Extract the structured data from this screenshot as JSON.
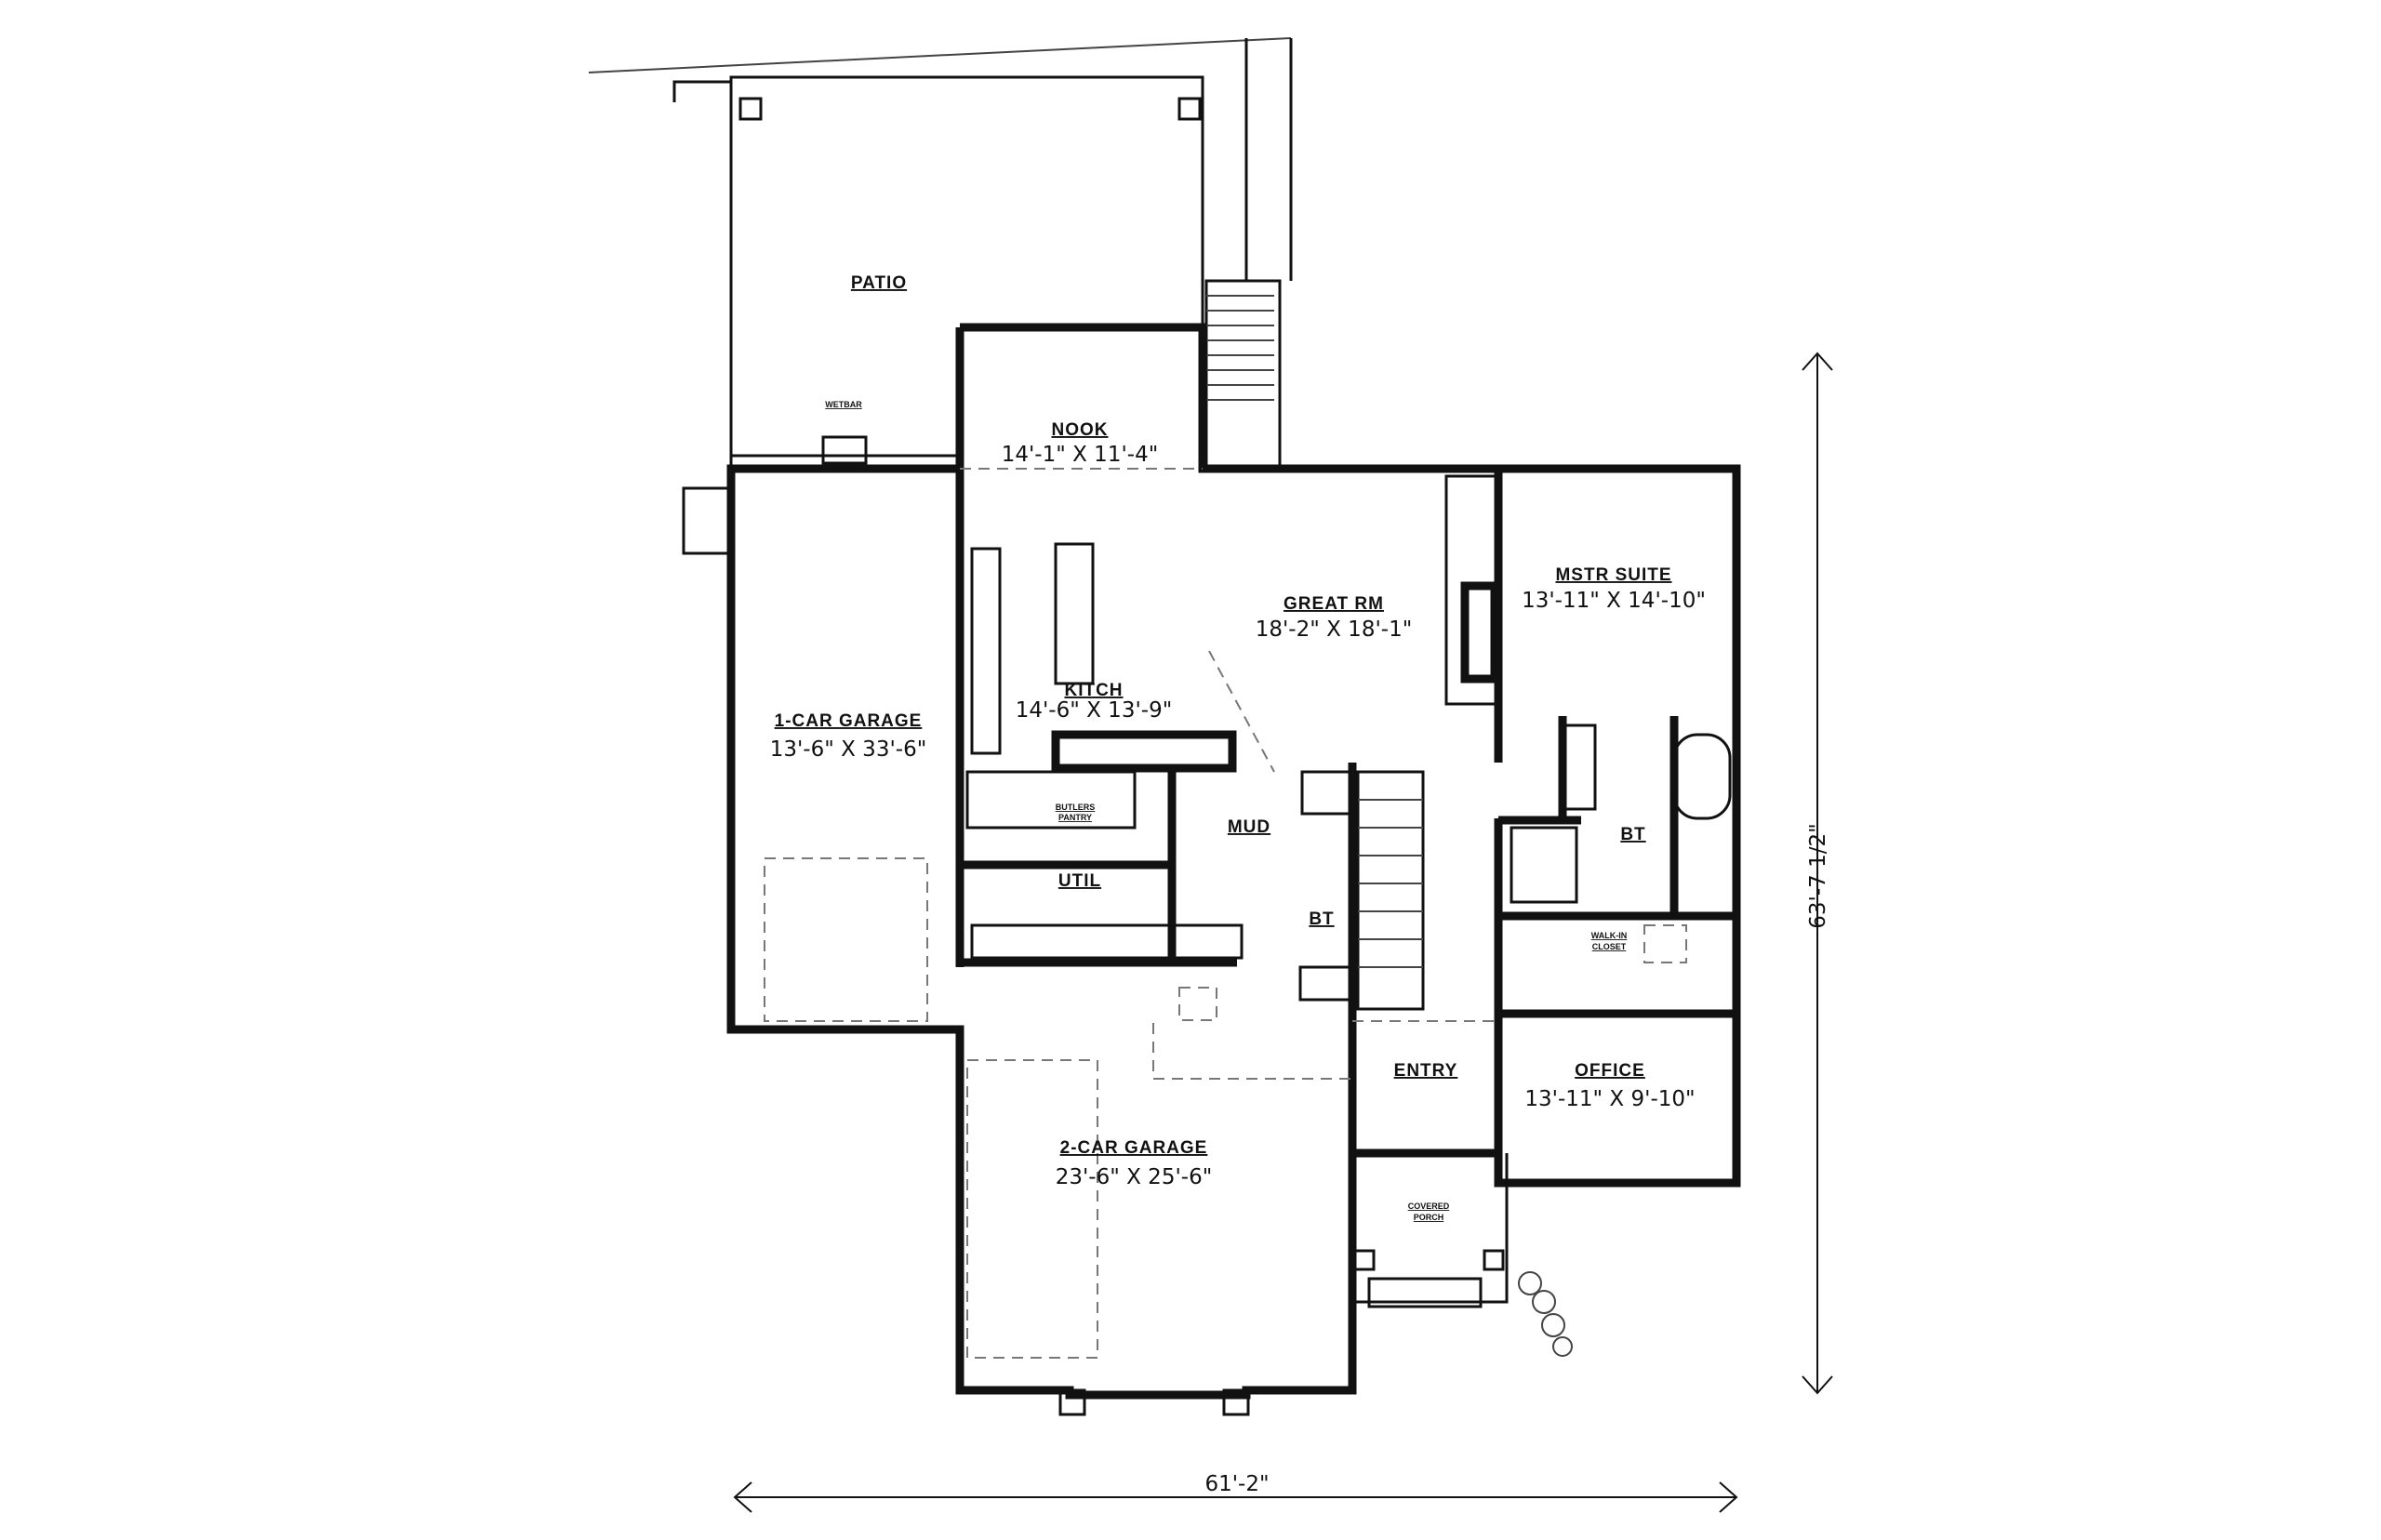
{
  "rooms": {
    "patio": {
      "name": "PATIO"
    },
    "wetbar": {
      "name": "WETBAR"
    },
    "nook": {
      "name": "NOOK",
      "size": "14'-1\" X 11'-4\""
    },
    "great_rm": {
      "name": "GREAT RM",
      "size": "18'-2\" X 18'-1\""
    },
    "mstr_suite": {
      "name": "MSTR SUITE",
      "size": "13'-11\" X 14'-10\""
    },
    "kitch": {
      "name": "KITCH",
      "size": "14'-6\" X 13'-9\""
    },
    "garage_1": {
      "name": "1-CAR GARAGE",
      "size": "13'-6\" X 33'-6\""
    },
    "butlers_pantry": {
      "name1": "BUTLERS",
      "name2": "PANTRY"
    },
    "mud": {
      "name": "MUD"
    },
    "bt_master": {
      "name": "BT"
    },
    "util": {
      "name": "UTIL"
    },
    "bt_half": {
      "name": "BT"
    },
    "walk_in_closet": {
      "name1": "WALK-IN",
      "name2": "CLOSET"
    },
    "entry": {
      "name": "ENTRY"
    },
    "office": {
      "name": "OFFICE",
      "size": "13'-11\" X 9'-10\""
    },
    "garage_2": {
      "name": "2-CAR GARAGE",
      "size": "23'-6\" X 25'-6\""
    },
    "covered_porch": {
      "name1": "COVERED",
      "name2": "PORCH"
    }
  },
  "dimensions": {
    "overall_depth": "63'-7 1/2\"",
    "overall_width": "61'-2\""
  }
}
